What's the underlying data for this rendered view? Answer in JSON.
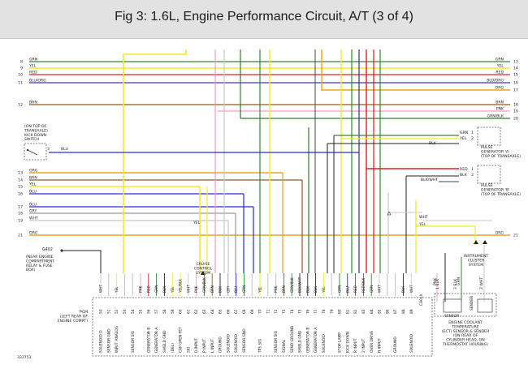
{
  "title": "Fig 3: 1.6L, Engine Performance Circuit, A/T (3 of 4)",
  "figure_id": "333753",
  "colors": {
    "GRN": "#2e8b2e",
    "YEL": "#f2ea2a",
    "RED": "#e02020",
    "BLU/ORG": "#3a3ab8",
    "ORG": "#f0a020",
    "BRN": "#8b5a2b",
    "BLU": "#2a2ad0",
    "GRY": "#9a9a9a",
    "WHT": "#c8c8c8",
    "PNK": "#f0a0c0",
    "BLK": "#222222",
    "RED/BLK": "#d02020",
    "BLK/WHT": "#444444",
    "GRN/BLK": "#2e7d2e",
    "BLK/ORG": "#555555",
    "BLK/YEL": "#555555"
  },
  "left_wires": [
    {
      "num": "8",
      "color": "GRN"
    },
    {
      "num": "9",
      "color": "YEL"
    },
    {
      "num": "10",
      "color": "RED"
    },
    {
      "num": "11",
      "color": "BLU/ORG"
    },
    {
      "num": "12",
      "color": "BRN"
    },
    {
      "num": "13",
      "color": "ORG"
    },
    {
      "num": "14",
      "color": "BRN"
    },
    {
      "num": "15",
      "color": "YEL"
    },
    {
      "num": "16",
      "color": "BLU"
    },
    {
      "num": "17",
      "color": "BLU"
    },
    {
      "num": "18",
      "color": "GRY"
    },
    {
      "num": "19",
      "color": "WHT"
    },
    {
      "num": "21",
      "color": "ORG"
    }
  ],
  "right_wires": [
    {
      "num": "13",
      "color": "GRN"
    },
    {
      "num": "14",
      "color": "YEL"
    },
    {
      "num": "15",
      "color": "RED"
    },
    {
      "num": "16",
      "color": "BLU/ORG"
    },
    {
      "num": "17",
      "color": "ORG"
    },
    {
      "num": "18",
      "color": "BRN"
    },
    {
      "num": "19",
      "color": "PNK"
    },
    {
      "num": "20",
      "color": "GRN/BLK"
    },
    {
      "num": "21",
      "color": "ORG"
    }
  ],
  "components": {
    "kickdown_switch": "(ON TOP OF\nTRANSAXLE)\nKICK DOWN\nSWITCH",
    "g402": "G402",
    "g402_note": "(NEAR ENGINE\nCOMPARTMENT\nRELAY & FUSE\nBOX)",
    "pulse_a": "PULSE\nGENERATOR 'A'\n(TOP OF TRANSAXLE)",
    "pulse_b": "PULSE\nGENERATOR 'B'\n(TOP OF TRANSAXLE)",
    "cruise": "CRUISE\nCONTROL\nSYSTEM",
    "cluster": "INSTRUMENT\nCLUSTER\nSYSTEM",
    "pcm": "PCM\n(LEFT REAR OF\nENGINE COMPT)",
    "ect": "ENGINE COOLANT\nTEMPERATURE\n(ECT) SENSOR & SENDER\n(ON REAR OF\nCYLINDER HEAD, ON\nTHERMOSTAT HOUSING)",
    "ect_sensor": "SENSOR",
    "ect_sender": "SENDER"
  },
  "pulse_a_pins": [
    {
      "pin": "1",
      "wire": "GRN"
    },
    {
      "pin": "2",
      "wire": "YEL"
    }
  ],
  "pulse_b_pins": [
    {
      "pin": "1",
      "wire": "RED"
    },
    {
      "pin": "2",
      "wire": "BLK"
    }
  ],
  "ect_pins": [
    {
      "pin": "1",
      "wire": "BLK"
    },
    {
      "pin": "3",
      "wire": "BLK"
    },
    {
      "pin": "2",
      "wire": "WHT"
    }
  ],
  "inline_labels": [
    "BLU",
    "BLK",
    "BLK/WHT",
    "WHT",
    "YEL",
    "YEL",
    "GRN",
    "PNK"
  ],
  "pcm_pins": [
    {
      "num": "50",
      "wire": "WHT",
      "fn": "SOLENOID D"
    },
    {
      "num": "51",
      "wire": "",
      "fn": "SENSOR GND"
    },
    {
      "num": "52",
      "wire": "YEL",
      "fn": "INPUT ANALOG"
    },
    {
      "num": "53",
      "wire": "",
      "fn": ""
    },
    {
      "num": "54",
      "wire": "",
      "fn": "SENSOR SIG"
    },
    {
      "num": "55",
      "wire": "PNK",
      "fn": ""
    },
    {
      "num": "56",
      "wire": "RED",
      "fn": "GENERATOR B"
    },
    {
      "num": "57",
      "wire": "GRN",
      "fn": "GENERATOR A"
    },
    {
      "num": "58",
      "wire": "BLK",
      "fn": "SHIELD GND"
    },
    {
      "num": "59",
      "wire": "YEL",
      "fn": "(DEL)"
    },
    {
      "num": "60",
      "wire": "YEL/BLK",
      "fn": "CAP OPEN FET"
    },
    {
      "num": "61",
      "wire": "WHT",
      "fn": "SIG"
    },
    {
      "num": "62",
      "wire": "PNK",
      "fn": "D INPUT"
    },
    {
      "num": "63",
      "wire": "GRN/BLK",
      "fn": "P INPUT"
    },
    {
      "num": "64",
      "wire": "BRN",
      "fn": "L INPUT"
    },
    {
      "num": "65",
      "wire": "BLK",
      "fn": "GROUND"
    },
    {
      "num": "66",
      "wire": "GRY",
      "fn": "SOLENOID"
    },
    {
      "num": "67",
      "wire": "BLU",
      "fn": "SOLENOID"
    },
    {
      "num": "68",
      "wire": "GRN",
      "fn": "SENSOR GND"
    },
    {
      "num": "69",
      "wire": "",
      "fn": ""
    },
    {
      "num": "70",
      "wire": "YEL",
      "fn": "TPS SIG"
    },
    {
      "num": "71",
      "wire": "",
      "fn": ""
    },
    {
      "num": "72",
      "wire": "PNK",
      "fn": "SENSOR SIG"
    },
    {
      "num": "73",
      "wire": "BRN",
      "fn": "SIGNAL"
    },
    {
      "num": "74",
      "wire": "GRN/BLK",
      "fn": "SEND GROUND"
    },
    {
      "num": "75",
      "wire": "BLK/WHT",
      "fn": "SHIELD GND"
    },
    {
      "num": "76",
      "wire": "BLK",
      "fn": "GENERATOR B"
    },
    {
      "num": "77",
      "wire": "BLK",
      "fn": "GENERATOR A"
    },
    {
      "num": "78",
      "wire": "YEL",
      "fn": "SOLENOID"
    },
    {
      "num": "79",
      "wire": "",
      "fn": ""
    },
    {
      "num": "80",
      "wire": "GRN",
      "fn": "STOP LAMP"
    },
    {
      "num": "81",
      "wire": "BLU",
      "fn": "KICK DOWN"
    },
    {
      "num": "82",
      "wire": "RED",
      "fn": "R INPUT"
    },
    {
      "num": "83",
      "wire": "RED/BLK",
      "fn": "2 INPUT"
    },
    {
      "num": "84",
      "wire": "GRN",
      "fn": "OVER DRIVE"
    },
    {
      "num": "85",
      "wire": "WHT",
      "fn": "N INPUT"
    },
    {
      "num": "86",
      "wire": "",
      "fn": ""
    },
    {
      "num": "87",
      "wire": "",
      "fn": "GROUND"
    },
    {
      "num": "88",
      "wire": "BLK",
      "fn": ""
    },
    {
      "num": "89",
      "wire": "WHT",
      "fn": "SOLENOID"
    }
  ],
  "connector_label": "CA01X"
}
